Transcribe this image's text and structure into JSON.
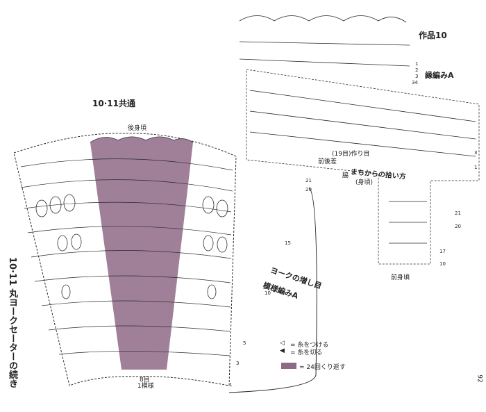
{
  "colors": {
    "shade": "#8e6a86",
    "ink": "#2a2a2a",
    "background": "#ffffff"
  },
  "texts": {
    "common_title": "10·11共通",
    "work_title": "作品10",
    "back_neck": "後身頃",
    "front_neck": "前身頃",
    "edging": "縁編みA",
    "side_note": "10·11 丸ヨークセーターの続き",
    "yoke_increase_1": "ヨークの増し目",
    "yoke_increase_2": "模様編みA",
    "pickup_from": "まちからの拾い方",
    "body_note": "(身頃)",
    "make_stitches": "(19目)作り目",
    "front_back": "前後差",
    "side": "脇",
    "stitch_count": "8目",
    "repeat_unit": "1模様",
    "page_number": "92"
  },
  "legend": [
    {
      "symbol": "◁",
      "text": "= 糸をつける"
    },
    {
      "symbol": "◀",
      "text": "= 糸を切る"
    },
    {
      "symbol": "swatch",
      "text": "= 24回くり返す"
    }
  ],
  "row_numbers": {
    "left": [
      "1",
      "3",
      "5",
      "10",
      "15",
      "20",
      "21"
    ],
    "top_right": [
      "1",
      "2",
      "3",
      "34"
    ],
    "right_middle": [
      "1",
      "3"
    ],
    "bottom_right": [
      "10",
      "17",
      "20",
      "21"
    ]
  }
}
